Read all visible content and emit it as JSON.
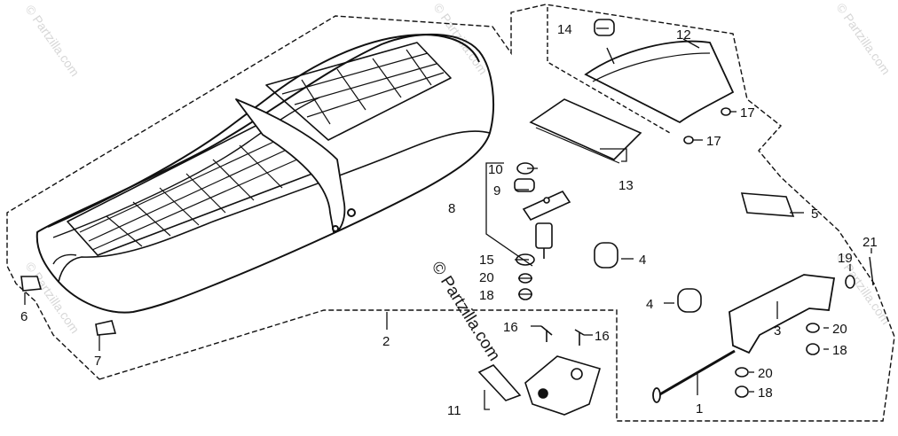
{
  "diagram": {
    "callouts": [
      {
        "id": "p1",
        "label": "1"
      },
      {
        "id": "p2",
        "label": "2"
      },
      {
        "id": "p3",
        "label": "3"
      },
      {
        "id": "p4a",
        "label": "4"
      },
      {
        "id": "p4b",
        "label": "4"
      },
      {
        "id": "p5",
        "label": "5"
      },
      {
        "id": "p6",
        "label": "6"
      },
      {
        "id": "p7",
        "label": "7"
      },
      {
        "id": "p8",
        "label": "8"
      },
      {
        "id": "p9",
        "label": "9"
      },
      {
        "id": "p10",
        "label": "10"
      },
      {
        "id": "p11",
        "label": "11"
      },
      {
        "id": "p12",
        "label": "12"
      },
      {
        "id": "p13",
        "label": "13"
      },
      {
        "id": "p14",
        "label": "14"
      },
      {
        "id": "p15",
        "label": "15"
      },
      {
        "id": "p16a",
        "label": "16"
      },
      {
        "id": "p16b",
        "label": "16"
      },
      {
        "id": "p17a",
        "label": "17"
      },
      {
        "id": "p17b",
        "label": "17"
      },
      {
        "id": "p18a",
        "label": "18"
      },
      {
        "id": "p18b",
        "label": "18"
      },
      {
        "id": "p18c",
        "label": "18"
      },
      {
        "id": "p19",
        "label": "19"
      },
      {
        "id": "p20a",
        "label": "20"
      },
      {
        "id": "p20b",
        "label": "20"
      },
      {
        "id": "p20c",
        "label": "20"
      },
      {
        "id": "p21",
        "label": "21"
      }
    ],
    "watermark": {
      "center": "© Partzilla.com",
      "corner": "© Partzilla.com"
    }
  }
}
